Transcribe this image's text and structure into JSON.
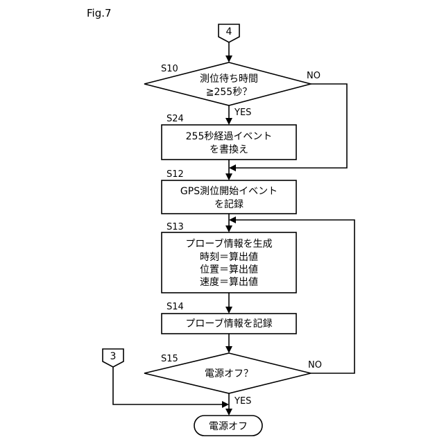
{
  "figure_label": "Fig.7",
  "connectors": {
    "top": "4",
    "left": "3"
  },
  "steps": {
    "s10": {
      "id": "S10",
      "lines": [
        "測位待ち時間",
        "≧255秒？"
      ]
    },
    "s24": {
      "id": "S24",
      "lines": [
        "255秒経過イベント",
        "を書換え"
      ]
    },
    "s12": {
      "id": "S12",
      "lines": [
        "GPS測位開始イベント",
        "を記録"
      ]
    },
    "s13": {
      "id": "S13",
      "lines": [
        "プローブ情報を生成",
        "時刻＝算出値",
        "位置＝算出値",
        "速度＝算出値"
      ]
    },
    "s14": {
      "id": "S14",
      "lines": [
        "プローブ情報を記録"
      ]
    },
    "s15": {
      "id": "S15",
      "lines": [
        "電源オフ？"
      ]
    }
  },
  "branch_labels": {
    "s10_no": "NO",
    "s10_yes": "YES",
    "s15_no": "NO",
    "s15_yes": "YES"
  },
  "terminal": "電源オフ"
}
